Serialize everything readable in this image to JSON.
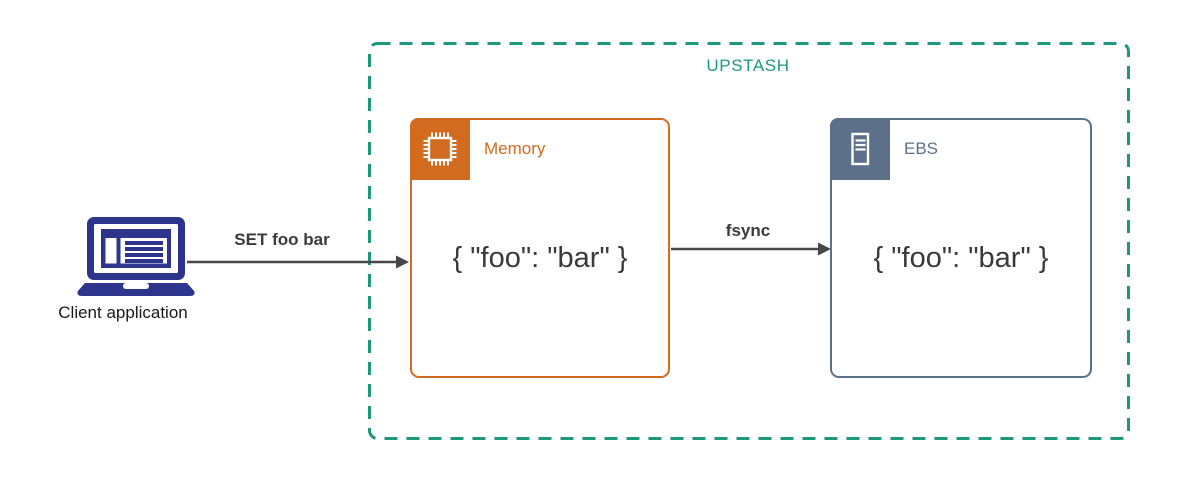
{
  "diagram": {
    "client": {
      "label": "Client application",
      "icon": "laptop-icon"
    },
    "upstash": {
      "label": "UPSTASH"
    },
    "arrows": {
      "set": {
        "label": "SET foo bar",
        "from": "client",
        "to": "memory"
      },
      "fsync": {
        "label": "fsync",
        "from": "memory",
        "to": "ebs"
      }
    },
    "nodes": {
      "memory": {
        "title": "Memory",
        "icon": "cpu-chip-icon",
        "value": "{ \"foo\": \"bar\" }"
      },
      "ebs": {
        "title": "EBS",
        "icon": "server-icon",
        "value": "{ \"foo\": \"bar\" }"
      }
    },
    "colors": {
      "memory_accent": "#D26B1F",
      "ebs_accent": "#5C7189",
      "upstash_accent": "#1E987D",
      "client_accent": "#2D348C",
      "arrow": "#474747",
      "value_text": "#3A3A3A"
    }
  }
}
